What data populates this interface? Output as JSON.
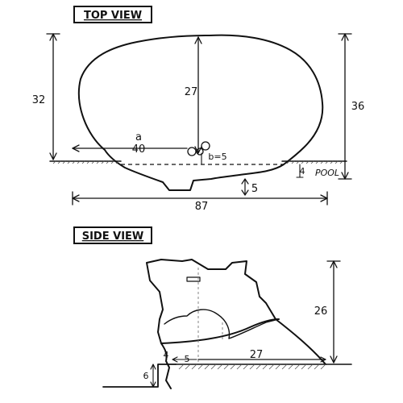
{
  "titles": {
    "top_view": "TOP VIEW",
    "side_view": "SIDE VIEW"
  },
  "top_view": {
    "dim_left_height": "32",
    "dim_right_height": "36",
    "dim_center_height": "27",
    "dim_a_letter": "a",
    "dim_a_value": "40",
    "dim_b": "b=5",
    "dim_pool_offset": "4",
    "pool_label": "POOL",
    "dim_step": "5",
    "dim_total_width": "87"
  },
  "side_view": {
    "dim_height": "26",
    "dim_4": "4",
    "dim_5": "5",
    "dim_27": "27",
    "dim_6": "6"
  }
}
